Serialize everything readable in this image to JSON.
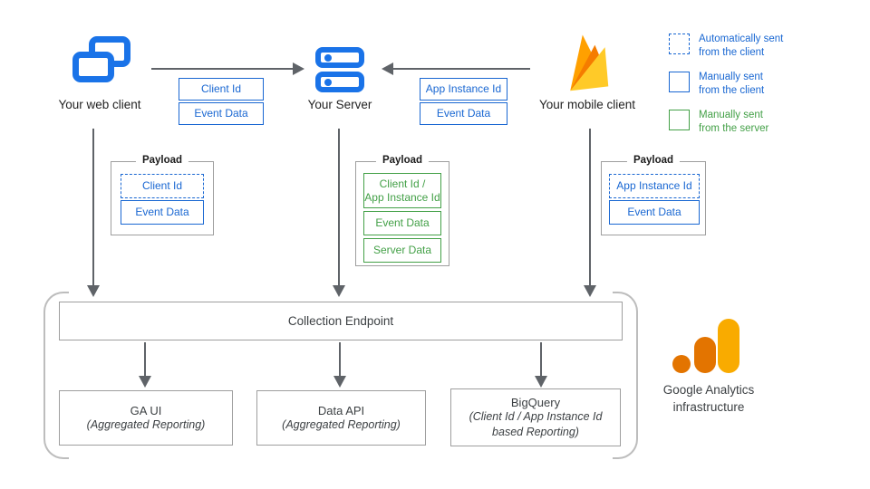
{
  "diagram": {
    "clients": {
      "web": {
        "label": "Your web client"
      },
      "server": {
        "label": "Your Server"
      },
      "mobile": {
        "label": "Your mobile client"
      }
    },
    "edge_web_to_server": {
      "labels": [
        "Client Id",
        "Event Data"
      ]
    },
    "edge_mobile_to_server": {
      "labels": [
        "App Instance Id",
        "Event Data"
      ]
    },
    "legend": [
      {
        "label": "Automatically sent\nfrom the client",
        "style": "dashed-blue"
      },
      {
        "label": "Manually sent\nfrom the client",
        "style": "solid-blue"
      },
      {
        "label": "Manually sent\nfrom the server",
        "style": "solid-green"
      }
    ],
    "payload_web": {
      "title": "Payload",
      "items": [
        "Client Id",
        "Event Data"
      ]
    },
    "payload_server": {
      "title": "Payload",
      "items": [
        "Client Id /\nApp Instance Id",
        "Event Data",
        "Server Data"
      ]
    },
    "payload_mobile": {
      "title": "Payload",
      "items": [
        "App Instance Id",
        "Event Data"
      ]
    },
    "endpoint": {
      "label": "Collection Endpoint"
    },
    "outputs": [
      {
        "title": "GA UI",
        "subtitle": "(Aggregated Reporting)"
      },
      {
        "title": "Data API",
        "subtitle": "(Aggregated Reporting)"
      },
      {
        "title": "BigQuery",
        "subtitle": "(Client Id / App Instance Id based Reporting)"
      }
    ],
    "infrastructure_caption": "Google Analytics\ninfrastructure"
  },
  "colors": {
    "blue": "#1967d2",
    "icon_blue": "#1a73e8",
    "green": "#43a047",
    "arrow_gray": "#5f6368",
    "box_border_gray": "#9e9e9e",
    "bracket_gray": "#bdbdbd",
    "firebase_yellow": "#FFCA28",
    "firebase_amber": "#FFA000",
    "firebase_orange": "#F57C00",
    "ga_amber": "#F9AB00",
    "ga_orange": "#E37400"
  }
}
